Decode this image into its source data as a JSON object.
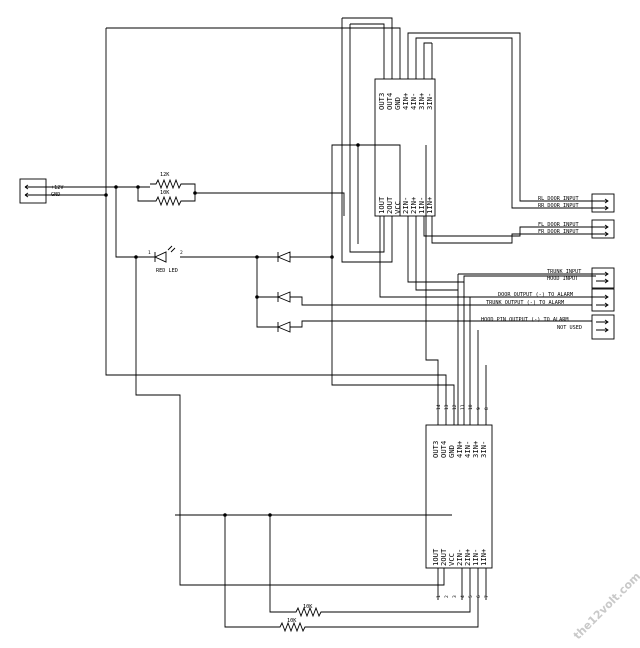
{
  "power": {
    "v12": "+12V",
    "gnd": "GND"
  },
  "resistors": {
    "r1": "12K",
    "r2": "10K",
    "r3": "10K",
    "r4": "10K"
  },
  "led": {
    "label": "RED LED",
    "pin1": "1",
    "pin2": "2"
  },
  "chip_top": {
    "top_pins": [
      "OUT3",
      "OUT4",
      "GND",
      "4IN+",
      "4IN-",
      "3IN+",
      "3IN-"
    ],
    "bottom_pins": [
      "1OUT",
      "2OUT",
      "VCC",
      "2IN-",
      "2IN+",
      "1IN-",
      "1IN+"
    ]
  },
  "chip_bottom": {
    "top_pins": [
      "OUT3",
      "OUT4",
      "GND",
      "4IN+",
      "4IN-",
      "3IN+",
      "3IN-"
    ],
    "bottom_pins": [
      "1OUT",
      "2OUT",
      "VCC",
      "2IN-",
      "2IN+",
      "1IN-",
      "1IN+"
    ],
    "top_numbers": [
      "14",
      "13",
      "12",
      "11",
      "10",
      "9",
      "8"
    ],
    "bottom_numbers": [
      "1",
      "2",
      "3",
      "4",
      "5",
      "6",
      "7"
    ]
  },
  "connectors": {
    "rl_door": "RL DOOR INPUT",
    "rr_door": "RR DOOR INPUT",
    "fl_door": "FL DOOR INPUT",
    "fr_door": "FR DOOR INPUT",
    "trunk_input": "TRUNK INPUT",
    "hood_input": "HOOD INPUT",
    "door_output": "DOOR OUTPUT (-) TO ALARM",
    "trunk_output": "TRUNK OUTPUT (-) TO ALARM",
    "hood_pin_output": "HOOD PIN OUTPUT (-) TO ALARM",
    "not_used": "NOT USED"
  },
  "watermark": "the12volt.com"
}
